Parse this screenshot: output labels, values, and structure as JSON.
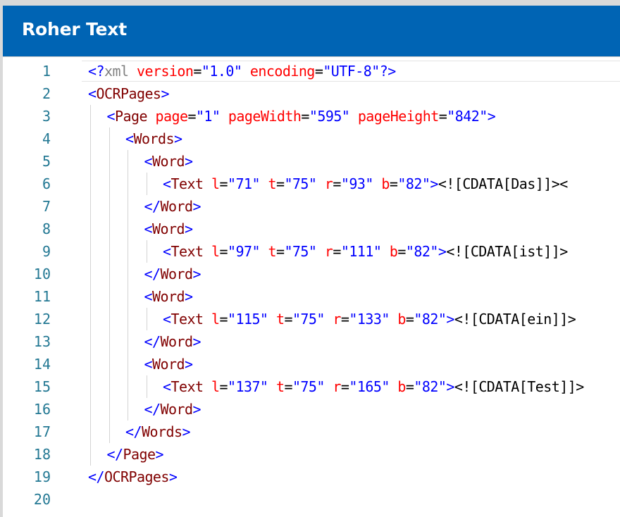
{
  "panel": {
    "title": "Roher Text"
  },
  "editor": {
    "line_numbers": [
      "1",
      "2",
      "3",
      "4",
      "5",
      "6",
      "7",
      "8",
      "9",
      "10",
      "11",
      "12",
      "13",
      "14",
      "15",
      "16",
      "17",
      "18",
      "19",
      "20"
    ],
    "lines": [
      [
        {
          "t": "delim",
          "v": "<?"
        },
        {
          "t": "pi",
          "v": "xml"
        },
        {
          "t": "text",
          "v": " "
        },
        {
          "t": "attr",
          "v": "version"
        },
        {
          "t": "eq",
          "v": "="
        },
        {
          "t": "val",
          "v": "\"1.0\""
        },
        {
          "t": "text",
          "v": " "
        },
        {
          "t": "attr",
          "v": "encoding"
        },
        {
          "t": "eq",
          "v": "="
        },
        {
          "t": "val",
          "v": "\"UTF-8\""
        },
        {
          "t": "delim",
          "v": "?>"
        }
      ],
      [
        {
          "t": "delim",
          "v": "<"
        },
        {
          "t": "tag",
          "v": "OCRPages"
        },
        {
          "t": "delim",
          "v": ">"
        }
      ],
      [
        {
          "t": "delim",
          "v": "<"
        },
        {
          "t": "tag",
          "v": "Page"
        },
        {
          "t": "text",
          "v": " "
        },
        {
          "t": "attr",
          "v": "page"
        },
        {
          "t": "eq",
          "v": "="
        },
        {
          "t": "val",
          "v": "\"1\""
        },
        {
          "t": "text",
          "v": " "
        },
        {
          "t": "attr",
          "v": "pageWidth"
        },
        {
          "t": "eq",
          "v": "="
        },
        {
          "t": "val",
          "v": "\"595\""
        },
        {
          "t": "text",
          "v": " "
        },
        {
          "t": "attr",
          "v": "pageHeight"
        },
        {
          "t": "eq",
          "v": "="
        },
        {
          "t": "val",
          "v": "\"842\""
        },
        {
          "t": "delim",
          "v": ">"
        }
      ],
      [
        {
          "t": "delim",
          "v": "<"
        },
        {
          "t": "tag",
          "v": "Words"
        },
        {
          "t": "delim",
          "v": ">"
        }
      ],
      [
        {
          "t": "delim",
          "v": "<"
        },
        {
          "t": "tag",
          "v": "Word"
        },
        {
          "t": "delim",
          "v": ">"
        }
      ],
      [
        {
          "t": "delim",
          "v": "<"
        },
        {
          "t": "tag",
          "v": "Text"
        },
        {
          "t": "text",
          "v": " "
        },
        {
          "t": "attr",
          "v": "l"
        },
        {
          "t": "eq",
          "v": "="
        },
        {
          "t": "val",
          "v": "\"71\""
        },
        {
          "t": "text",
          "v": " "
        },
        {
          "t": "attr",
          "v": "t"
        },
        {
          "t": "eq",
          "v": "="
        },
        {
          "t": "val",
          "v": "\"75\""
        },
        {
          "t": "text",
          "v": " "
        },
        {
          "t": "attr",
          "v": "r"
        },
        {
          "t": "eq",
          "v": "="
        },
        {
          "t": "val",
          "v": "\"93\""
        },
        {
          "t": "text",
          "v": " "
        },
        {
          "t": "attr",
          "v": "b"
        },
        {
          "t": "eq",
          "v": "="
        },
        {
          "t": "val",
          "v": "\"82\""
        },
        {
          "t": "delim",
          "v": ">"
        },
        {
          "t": "text",
          "v": "<![CDATA[Das]]><"
        }
      ],
      [
        {
          "t": "delim",
          "v": "</"
        },
        {
          "t": "tag",
          "v": "Word"
        },
        {
          "t": "delim",
          "v": ">"
        }
      ],
      [
        {
          "t": "delim",
          "v": "<"
        },
        {
          "t": "tag",
          "v": "Word"
        },
        {
          "t": "delim",
          "v": ">"
        }
      ],
      [
        {
          "t": "delim",
          "v": "<"
        },
        {
          "t": "tag",
          "v": "Text"
        },
        {
          "t": "text",
          "v": " "
        },
        {
          "t": "attr",
          "v": "l"
        },
        {
          "t": "eq",
          "v": "="
        },
        {
          "t": "val",
          "v": "\"97\""
        },
        {
          "t": "text",
          "v": " "
        },
        {
          "t": "attr",
          "v": "t"
        },
        {
          "t": "eq",
          "v": "="
        },
        {
          "t": "val",
          "v": "\"75\""
        },
        {
          "t": "text",
          "v": " "
        },
        {
          "t": "attr",
          "v": "r"
        },
        {
          "t": "eq",
          "v": "="
        },
        {
          "t": "val",
          "v": "\"111\""
        },
        {
          "t": "text",
          "v": " "
        },
        {
          "t": "attr",
          "v": "b"
        },
        {
          "t": "eq",
          "v": "="
        },
        {
          "t": "val",
          "v": "\"82\""
        },
        {
          "t": "delim",
          "v": ">"
        },
        {
          "t": "text",
          "v": "<![CDATA[ist]]>"
        }
      ],
      [
        {
          "t": "delim",
          "v": "</"
        },
        {
          "t": "tag",
          "v": "Word"
        },
        {
          "t": "delim",
          "v": ">"
        }
      ],
      [
        {
          "t": "delim",
          "v": "<"
        },
        {
          "t": "tag",
          "v": "Word"
        },
        {
          "t": "delim",
          "v": ">"
        }
      ],
      [
        {
          "t": "delim",
          "v": "<"
        },
        {
          "t": "tag",
          "v": "Text"
        },
        {
          "t": "text",
          "v": " "
        },
        {
          "t": "attr",
          "v": "l"
        },
        {
          "t": "eq",
          "v": "="
        },
        {
          "t": "val",
          "v": "\"115\""
        },
        {
          "t": "text",
          "v": " "
        },
        {
          "t": "attr",
          "v": "t"
        },
        {
          "t": "eq",
          "v": "="
        },
        {
          "t": "val",
          "v": "\"75\""
        },
        {
          "t": "text",
          "v": " "
        },
        {
          "t": "attr",
          "v": "r"
        },
        {
          "t": "eq",
          "v": "="
        },
        {
          "t": "val",
          "v": "\"133\""
        },
        {
          "t": "text",
          "v": " "
        },
        {
          "t": "attr",
          "v": "b"
        },
        {
          "t": "eq",
          "v": "="
        },
        {
          "t": "val",
          "v": "\"82\""
        },
        {
          "t": "delim",
          "v": ">"
        },
        {
          "t": "text",
          "v": "<![CDATA[ein]]>"
        }
      ],
      [
        {
          "t": "delim",
          "v": "</"
        },
        {
          "t": "tag",
          "v": "Word"
        },
        {
          "t": "delim",
          "v": ">"
        }
      ],
      [
        {
          "t": "delim",
          "v": "<"
        },
        {
          "t": "tag",
          "v": "Word"
        },
        {
          "t": "delim",
          "v": ">"
        }
      ],
      [
        {
          "t": "delim",
          "v": "<"
        },
        {
          "t": "tag",
          "v": "Text"
        },
        {
          "t": "text",
          "v": " "
        },
        {
          "t": "attr",
          "v": "l"
        },
        {
          "t": "eq",
          "v": "="
        },
        {
          "t": "val",
          "v": "\"137\""
        },
        {
          "t": "text",
          "v": " "
        },
        {
          "t": "attr",
          "v": "t"
        },
        {
          "t": "eq",
          "v": "="
        },
        {
          "t": "val",
          "v": "\"75\""
        },
        {
          "t": "text",
          "v": " "
        },
        {
          "t": "attr",
          "v": "r"
        },
        {
          "t": "eq",
          "v": "="
        },
        {
          "t": "val",
          "v": "\"165\""
        },
        {
          "t": "text",
          "v": " "
        },
        {
          "t": "attr",
          "v": "b"
        },
        {
          "t": "eq",
          "v": "="
        },
        {
          "t": "val",
          "v": "\"82\""
        },
        {
          "t": "delim",
          "v": ">"
        },
        {
          "t": "text",
          "v": "<![CDATA[Test]]>"
        }
      ],
      [
        {
          "t": "delim",
          "v": "</"
        },
        {
          "t": "tag",
          "v": "Word"
        },
        {
          "t": "delim",
          "v": ">"
        }
      ],
      [
        {
          "t": "delim",
          "v": "</"
        },
        {
          "t": "tag",
          "v": "Words"
        },
        {
          "t": "delim",
          "v": ">"
        }
      ],
      [
        {
          "t": "delim",
          "v": "</"
        },
        {
          "t": "tag",
          "v": "Page"
        },
        {
          "t": "delim",
          "v": ">"
        }
      ],
      [
        {
          "t": "delim",
          "v": "</"
        },
        {
          "t": "tag",
          "v": "OCRPages"
        },
        {
          "t": "delim",
          "v": ">"
        }
      ],
      []
    ],
    "indent_levels": [
      0,
      0,
      1,
      2,
      3,
      4,
      3,
      3,
      4,
      3,
      3,
      4,
      3,
      3,
      4,
      3,
      2,
      1,
      0,
      0
    ]
  },
  "colors": {
    "header_background": "#0064b4",
    "header_text": "#ffffff",
    "line_number": "#237893",
    "xml_delimiter": "#0000ff",
    "xml_tag_name": "#800000",
    "xml_attribute_name": "#ff0000",
    "xml_attribute_value": "#0000ff",
    "xml_declaration": "#808080",
    "text": "#000000"
  }
}
